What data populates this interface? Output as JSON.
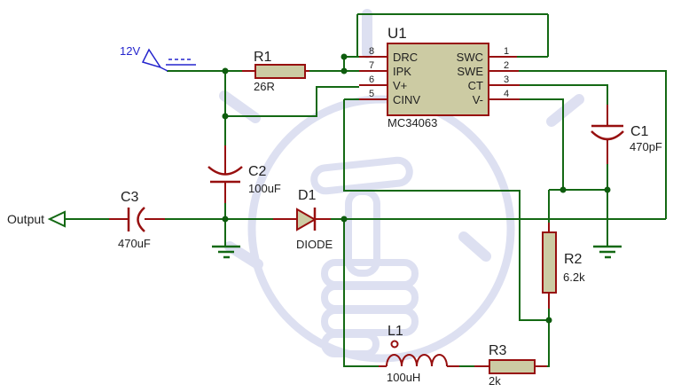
{
  "schematic": {
    "power": {
      "label": "12V"
    },
    "output": {
      "label": "Output"
    },
    "ic": {
      "ref": "U1",
      "part": "MC34063",
      "left_pins": [
        {
          "num": "8",
          "name": "DRC"
        },
        {
          "num": "7",
          "name": "IPK"
        },
        {
          "num": "6",
          "name": "V+"
        },
        {
          "num": "5",
          "name": "CINV"
        }
      ],
      "right_pins": [
        {
          "num": "1",
          "name": "SWC"
        },
        {
          "num": "2",
          "name": "SWE"
        },
        {
          "num": "3",
          "name": "CT"
        },
        {
          "num": "4",
          "name": "V-"
        }
      ]
    },
    "components": {
      "r1": {
        "ref": "R1",
        "value": "26R"
      },
      "r2": {
        "ref": "R2",
        "value": "6.2k"
      },
      "r3": {
        "ref": "R3",
        "value": "2k"
      },
      "c1": {
        "ref": "C1",
        "value": "470pF"
      },
      "c2": {
        "ref": "C2",
        "value": "100uF"
      },
      "c3": {
        "ref": "C3",
        "value": "470uF"
      },
      "d1": {
        "ref": "D1",
        "value": "DIODE"
      },
      "l1": {
        "ref": "L1",
        "value": "100uH"
      }
    },
    "colors": {
      "wire": "#146914",
      "component_outline": "#970f0f",
      "component_fill": "#cccba3",
      "power_blue": "#2525cd",
      "text": "#1f1f1f",
      "watermark": "#c2c7e6",
      "background": "#ffffff"
    }
  }
}
